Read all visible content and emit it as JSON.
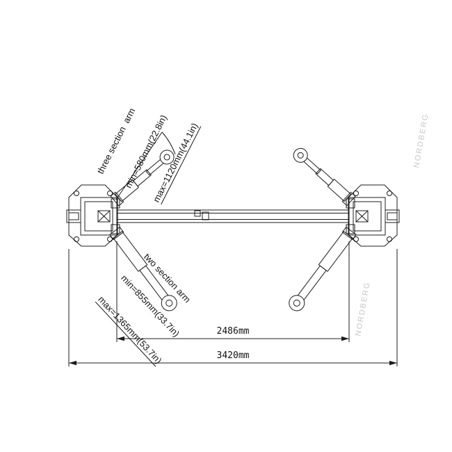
{
  "labels": {
    "three_section": {
      "title": "three section  arm",
      "min": "min=580mm(22.8in)",
      "max": "max=1120mm(44.1in)"
    },
    "two_section": {
      "title": "two section arm",
      "min": "min=855mm(33.7in)",
      "max": "max=1365mm(53.7in)"
    }
  },
  "dimensions": {
    "inner": "2486mm",
    "outer": "3420mm"
  },
  "watermark": {
    "text": "NORDBERG",
    "color": "#c7c7c7"
  },
  "colors": {
    "line": "#1c1c1c",
    "background": "#ffffff"
  }
}
